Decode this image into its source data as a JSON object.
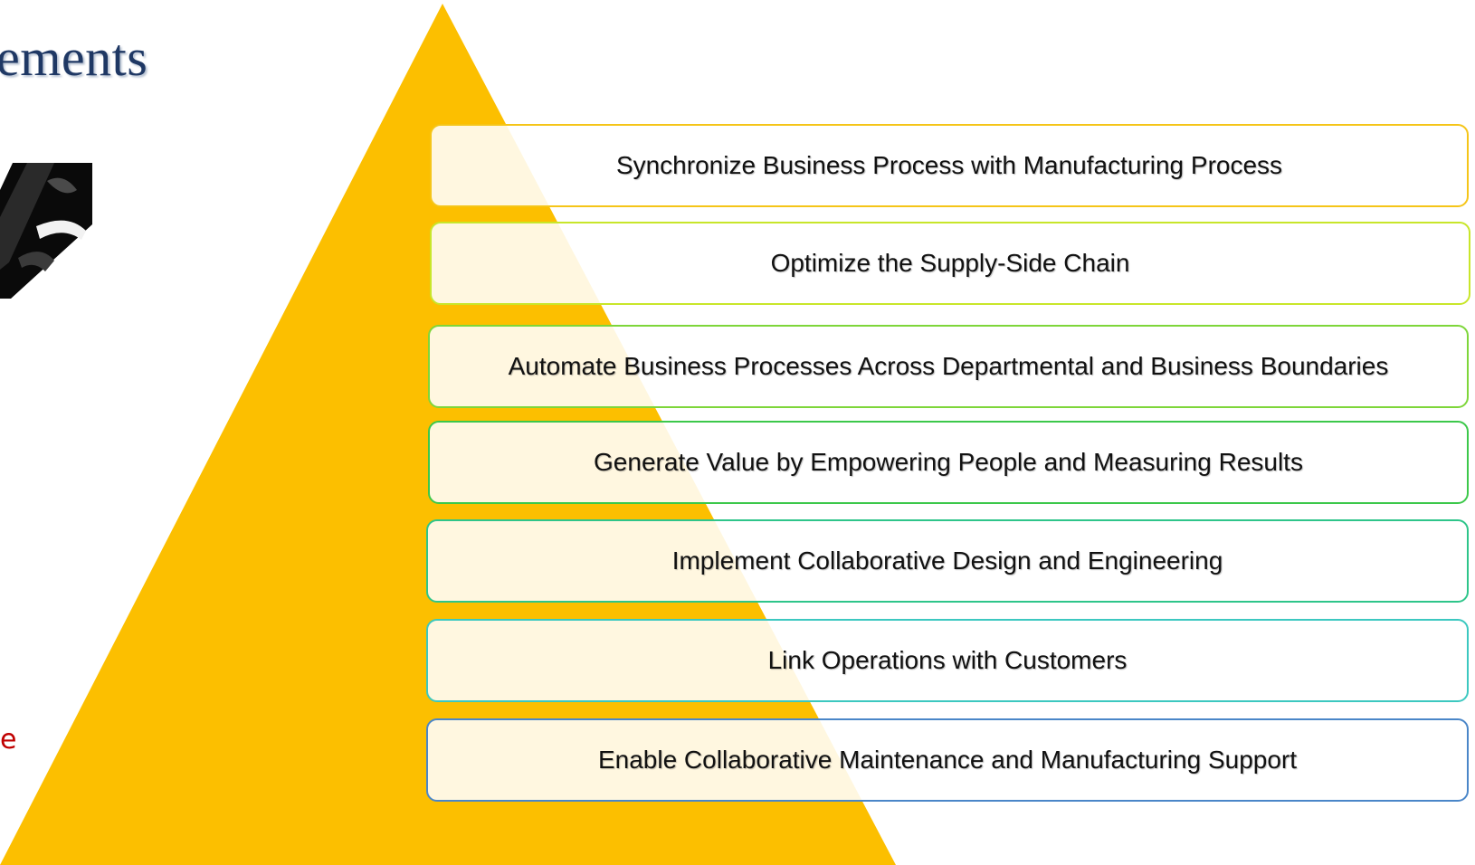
{
  "title_fragment": "ements",
  "side_fragment": "e",
  "pyramid": {
    "fill_color": "#fcbf00",
    "levels": [
      {
        "label": "Synchronize Business Process with Manufacturing Process",
        "border_color": "#f5c518"
      },
      {
        "label": "Optimize the Supply-Side Chain",
        "border_color": "#c8e62a"
      },
      {
        "label": "Automate Business Processes Across Departmental and Business Boundaries",
        "border_color": "#7ed63a"
      },
      {
        "label": "Generate Value by Empowering People and Measuring Results",
        "border_color": "#3cc84a"
      },
      {
        "label": "Implement Collaborative Design and Engineering",
        "border_color": "#2ec58a"
      },
      {
        "label": "Link Operations with Customers",
        "border_color": "#3cc8c0"
      },
      {
        "label": "Enable Collaborative Maintenance and Manufacturing Support",
        "border_color": "#4a86c8"
      }
    ]
  }
}
